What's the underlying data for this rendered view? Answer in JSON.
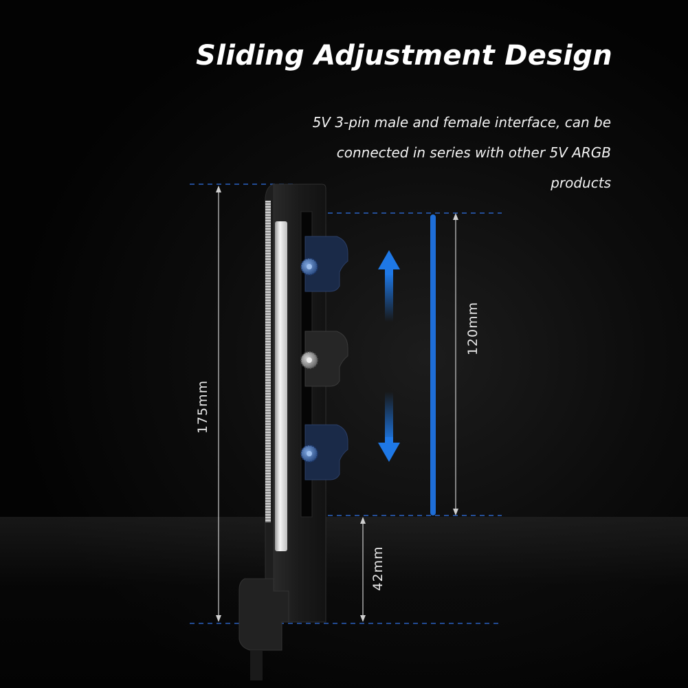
{
  "headline": "Sliding Adjustment Design",
  "description": "5V 3-pin male and female interface, can be connected in series with other 5V ARGB products",
  "dimensions": {
    "total_height": "175mm",
    "slide_range": "120mm",
    "bottom_offset": "42mm"
  },
  "colors": {
    "accent_blue": "#1e6ed8",
    "dashed_line": "#2b63c4",
    "bracket": "#1b1b1b",
    "text": "#ffffff"
  }
}
